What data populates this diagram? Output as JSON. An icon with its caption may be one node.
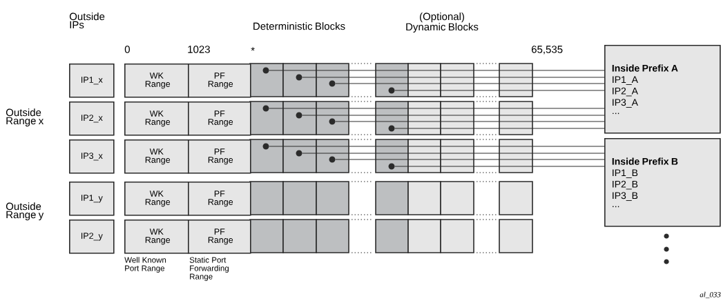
{
  "diagram": {
    "nodes": [
      {
        "text": [
          "IP1_x"
        ]
      },
      {
        "text": [
          "WK Range"
        ]
      },
      {
        "text": [
          "PF Range"
        ]
      },
      {
        "text": [],
        "shape": "circle"
      },
      {
        "text": [],
        "shape": "circle"
      },
      {
        "text": [],
        "shape": "circle"
      },
      {
        "text": [],
        "shape": "circle"
      },
      {
        "text": [
          "IP2_x"
        ]
      },
      {
        "text": [
          "WK Range"
        ]
      },
      {
        "text": [
          "PF Range"
        ]
      },
      {
        "text": [],
        "shape": "circle"
      },
      {
        "text": [],
        "shape": "circle"
      },
      {
        "text": [],
        "shape": "circle"
      },
      {
        "text": [],
        "shape": "circle"
      },
      {
        "text": [
          "IP3_x"
        ]
      },
      {
        "text": [
          "WK Range"
        ]
      },
      {
        "text": [
          "PF Range"
        ]
      },
      {
        "text": [],
        "shape": "circle"
      },
      {
        "text": [],
        "shape": "circle"
      },
      {
        "text": [],
        "shape": "circle"
      },
      {
        "text": [],
        "shape": "circle"
      },
      {
        "text": [
          "IP1_y"
        ]
      },
      {
        "text": [
          "WK Range"
        ]
      },
      {
        "text": [
          "PF Range"
        ]
      },
      {
        "text": [
          "IP2_y"
        ]
      },
      {
        "text": [
          "WK Range"
        ]
      },
      {
        "text": [
          "PF Range"
        ]
      },
      {
        "text": [
          "Inside Prefix A",
          "IP1_A",
          "IP2_A",
          "IP3_A",
          "..."
        ]
      },
      {
        "text": [
          "Inside Prefix B",
          "IP1_B",
          "IP2_B",
          "IP3_B",
          "..."
        ]
      }
    ],
    "edges": [
      {
        "from": 3,
        "to": 27,
        "arrow": "none"
      },
      {
        "from": 4,
        "to": 27,
        "arrow": "none"
      },
      {
        "from": 5,
        "to": 27,
        "arrow": "none"
      },
      {
        "from": 6,
        "to": 27,
        "arrow": "none"
      },
      {
        "from": 10,
        "to": 27,
        "arrow": "none"
      },
      {
        "from": 11,
        "to": 27,
        "arrow": "none"
      },
      {
        "from": 12,
        "to": 27,
        "arrow": "none"
      },
      {
        "from": 13,
        "to": 27,
        "arrow": "none"
      },
      {
        "from": 17,
        "to": 28,
        "arrow": "none"
      },
      {
        "from": 18,
        "to": 28,
        "arrow": "none"
      },
      {
        "from": 19,
        "to": 28,
        "arrow": "none"
      },
      {
        "from": 20,
        "to": 28,
        "arrow": "none"
      }
    ],
    "labels": [
      "(Optional) Dynamic Blocks",
      "Outside IPs",
      "Deterministic Blocks",
      "0",
      "1023",
      "*",
      "65,535",
      "Outside Range x",
      "Outside Range y",
      "Well Known Port Range",
      "Static Port Forwarding Range",
      "al_033"
    ]
  }
}
